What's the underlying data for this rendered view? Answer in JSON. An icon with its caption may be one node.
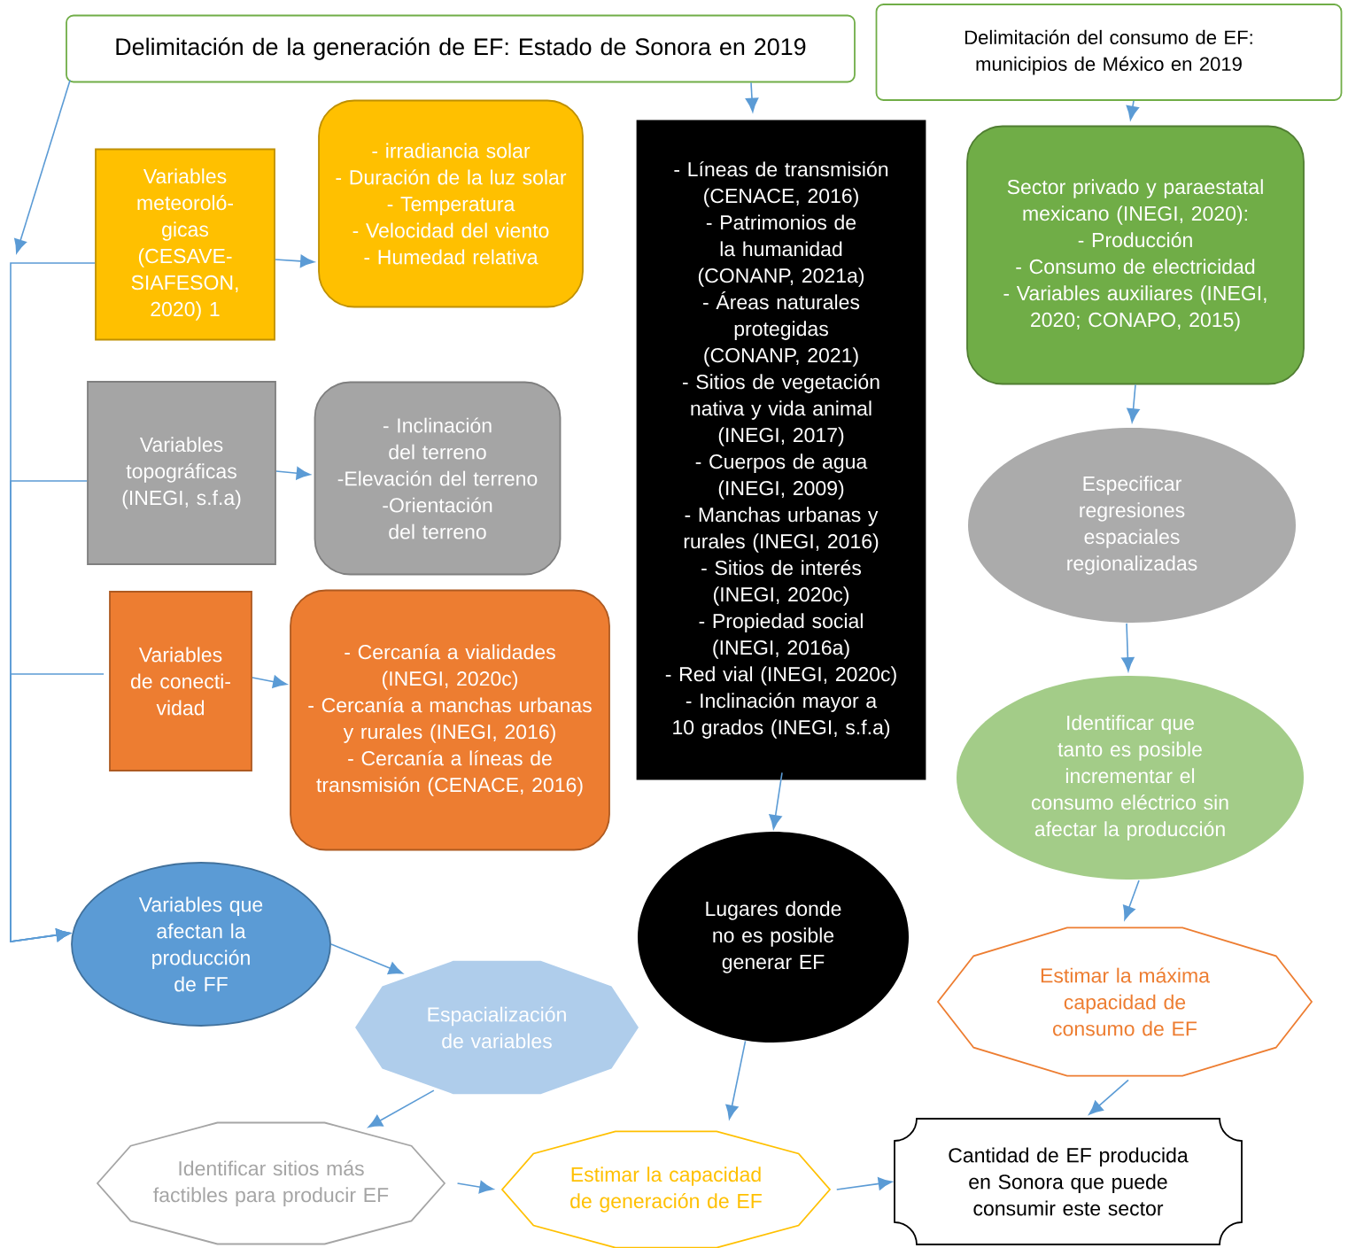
{
  "diagram": {
    "nodes": [
      {
        "text": [
          "Delimitación de la generación de EF: Estado de Sonora en 2019"
        ]
      },
      {
        "text": [
          "Delimitación del consumo de EF: municipios de México en 2019"
        ]
      },
      {
        "text": [
          "Variables meteoroló- gicas (CESAVE- SIAFESON, 2020) 1"
        ]
      },
      {
        "text": [
          "- irradiancia solar",
          "- Duración de la luz solar",
          "- Temperatura",
          "- Velocidad del viento",
          "- Humedad relativa"
        ]
      },
      {
        "text": [
          "Variables topográficas (INEGI, s.f.a)"
        ]
      },
      {
        "text": [
          "- Inclinación del terreno",
          "-Elevación del terreno",
          "-Orientación del terreno"
        ]
      },
      {
        "text": [
          "- Líneas de transmisión (CENACE, 2016)",
          "- Patrimonios de la humanidad (CONANP, 2021a)",
          "- Áreas naturales protegidas (CONANP, 2021)",
          "- Sitios de vegetación nativa y vida animal (INEGI, 2017)",
          "- Cuerpos de agua (INEGI, 2009)",
          "- Manchas urbanas y rurales (INEGI, 2016)",
          "- Sitios de interés (INEGI, 2020c)",
          "- Propiedad social (INEGI, 2016a)",
          "- Red vial (INEGI, 2020c)",
          "- Inclinación mayor a 10 grados (INEGI, s.f.a)"
        ]
      },
      {
        "text": [
          "Sector privado y paraestatal mexicano (INEGI, 2020):",
          "- Producción",
          "- Consumo de electricidad",
          "- Variables auxiliares (INEGI, 2020; CONAPO, 2015)"
        ]
      },
      {
        "text": [
          "Especificar regresiones espaciales regionalizadas"
        ]
      },
      {
        "text": [
          "Variables de conecti- vidad"
        ]
      },
      {
        "text": [
          "- Cercanía a vialidades (INEGI, 2020c)",
          "- Cercanía a manchas urbanas y rurales (INEGI, 2016)",
          "- Cercanía a líneas de transmisión (CENACE, 2016)"
        ]
      },
      {
        "text": [
          "Identificar que tanto es posible incrementar el consumo eléctrico sin afectar la producción"
        ]
      },
      {
        "text": [
          "Variables que afectan la producción de FF"
        ]
      },
      {
        "text": [
          "Lugares donde no es posible generar EF"
        ]
      },
      {
        "text": [
          "Espacialización de variables"
        ]
      },
      {
        "text": [
          "Estimar la máxima capacidad de consumo de EF"
        ]
      },
      {
        "text": [
          "Identificar sitios más factibles para producir EF"
        ]
      },
      {
        "text": [
          "Estimar la capacidad de generación de EF"
        ]
      },
      {
        "text": [
          "Cantidad de EF producida en Sonora que puede consumir este sector"
        ]
      }
    ],
    "edges": [
      {
        "from": 0,
        "to": null,
        "arrow": "to"
      },
      {
        "from": 2,
        "to": 12,
        "arrow": "to"
      },
      {
        "from": 4,
        "to": 12,
        "arrow": "to"
      },
      {
        "from": 9,
        "to": 12,
        "arrow": "to"
      },
      {
        "from": 2,
        "to": 3,
        "arrow": "to"
      },
      {
        "from": 4,
        "to": 5,
        "arrow": "to"
      },
      {
        "from": 9,
        "to": 10,
        "arrow": "to"
      },
      {
        "from": 12,
        "to": 14,
        "arrow": "to"
      },
      {
        "from": 14,
        "to": 16,
        "arrow": "to"
      },
      {
        "from": 16,
        "to": 17,
        "arrow": "to"
      },
      {
        "from": 0,
        "to": 6,
        "arrow": "to"
      },
      {
        "from": 6,
        "to": 13,
        "arrow": "to"
      },
      {
        "from": 13,
        "to": 17,
        "arrow": "to"
      },
      {
        "from": 17,
        "to": 18,
        "arrow": "to"
      },
      {
        "from": 1,
        "to": 7,
        "arrow": "to"
      },
      {
        "from": 7,
        "to": 8,
        "arrow": "to"
      },
      {
        "from": 8,
        "to": 11,
        "arrow": "to"
      },
      {
        "from": 11,
        "to": 15,
        "arrow": "to"
      },
      {
        "from": 15,
        "to": 18,
        "arrow": "to"
      }
    ]
  }
}
